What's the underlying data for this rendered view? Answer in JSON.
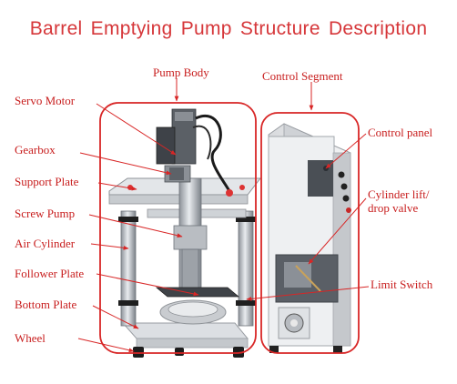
{
  "title": "Barrel Emptying Pump Structure Description",
  "accent_color": "#d82626",
  "labels": {
    "pump_body": "Pump Body",
    "control_segment": "Control Segment",
    "servo_motor": "Servo Motor",
    "gearbox": "Gearbox",
    "support_plate": "Support Plate",
    "screw_pump": "Screw Pump",
    "air_cylinder": "Air  Cylinder",
    "follower_plate": "Follower Plate",
    "bottom_plate": "Bottom Plate",
    "wheel": "Wheel",
    "control_panel": "Control panel",
    "cylinder_valve_line1": "Cylinder lift/",
    "cylinder_valve_line2": "drop valve",
    "limit_switch": "Limit Switch"
  }
}
